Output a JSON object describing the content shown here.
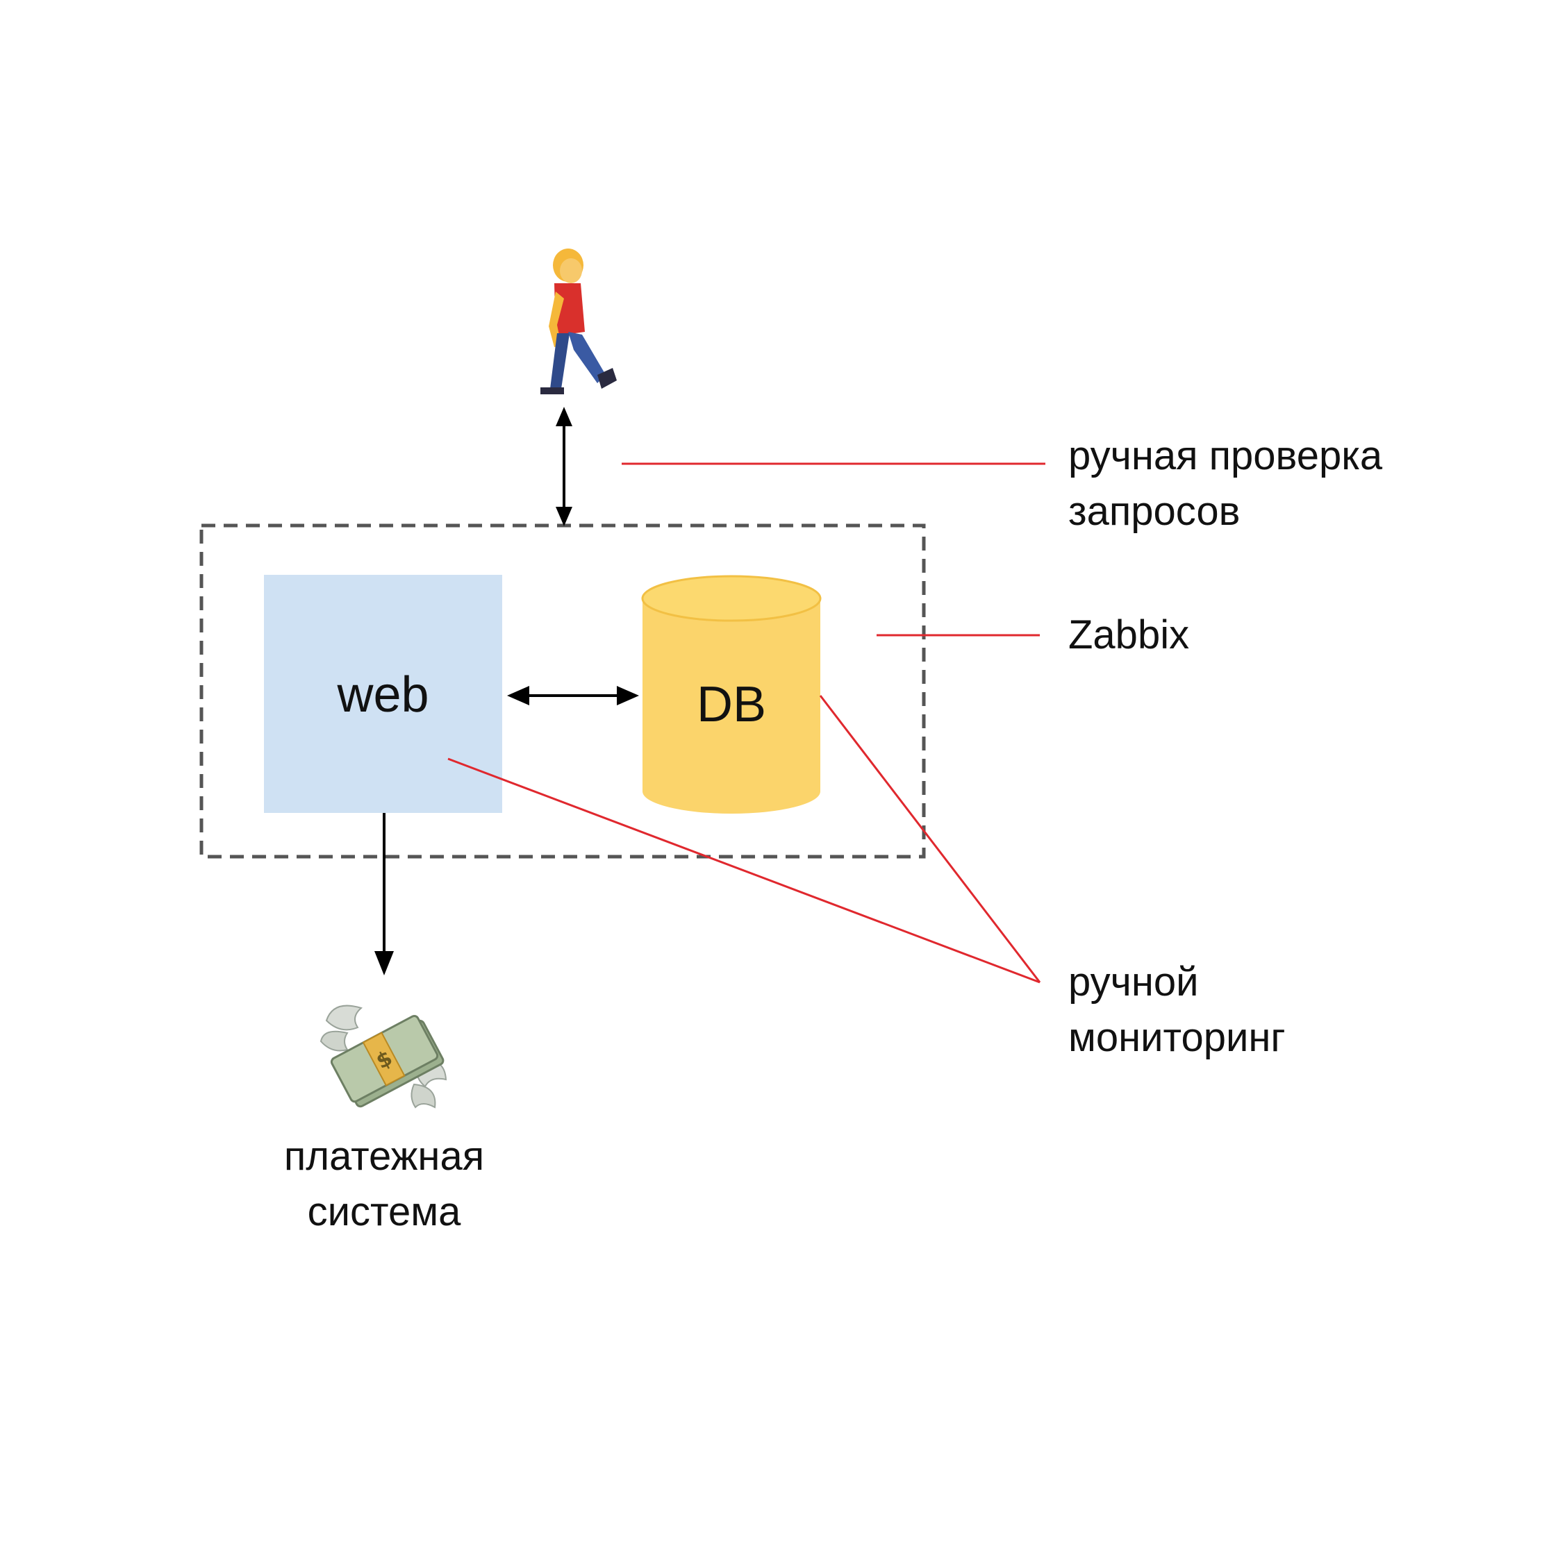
{
  "nodes": {
    "web": {
      "label": "web",
      "fill": "#cfe1f3"
    },
    "db": {
      "label": "DB",
      "fill": "#fbd46b",
      "stroke": "#f2c044"
    },
    "user": {
      "icon": "walking-person-icon"
    },
    "payment": {
      "icon": "money-with-wings-icon",
      "line1": "платежная",
      "line2": "система"
    }
  },
  "annotations": {
    "manual_check": {
      "line1": "ручная проверка",
      "line2": "запросов"
    },
    "zabbix": {
      "label": "Zabbix"
    },
    "manual_monitoring": {
      "line1": "ручной",
      "line2": "мониторинг"
    }
  },
  "colors": {
    "annotation_line": "#e0282e",
    "arrow": "#000000",
    "boundary": "#555555"
  }
}
